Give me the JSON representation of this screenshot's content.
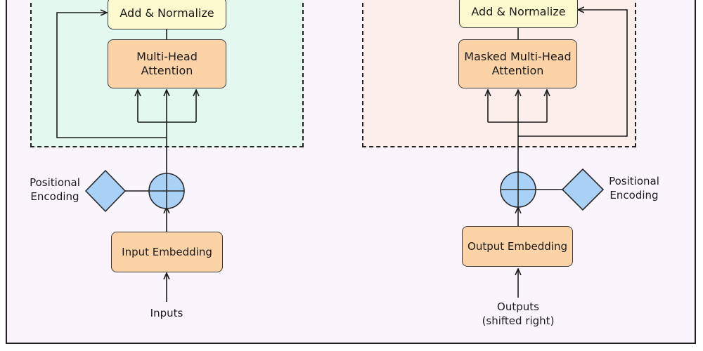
{
  "encoder": {
    "add_normalize": "Add & Normalize",
    "attention_line1": "Multi-Head",
    "attention_line2": "Attention",
    "embedding": "Input Embedding",
    "positional_line1": "Positional",
    "positional_line2": "Encoding",
    "input_label": "Inputs"
  },
  "decoder": {
    "add_normalize": "Add & Normalize",
    "attention_line1": "Masked Multi-Head",
    "attention_line2": "Attention",
    "embedding": "Output Embedding",
    "positional_line1": "Positional",
    "positional_line2": "Encoding",
    "output_label_line1": "Outputs",
    "output_label_line2": "(shifted right)"
  },
  "colors": {
    "encoder_region": "#e3f8ee",
    "decoder_region": "#fbeeeb",
    "background": "#faf5fd",
    "add_normalize": "#fdf9cf",
    "block": "#fcd3a6",
    "diamond_and_sum": "#a9d0f5"
  }
}
